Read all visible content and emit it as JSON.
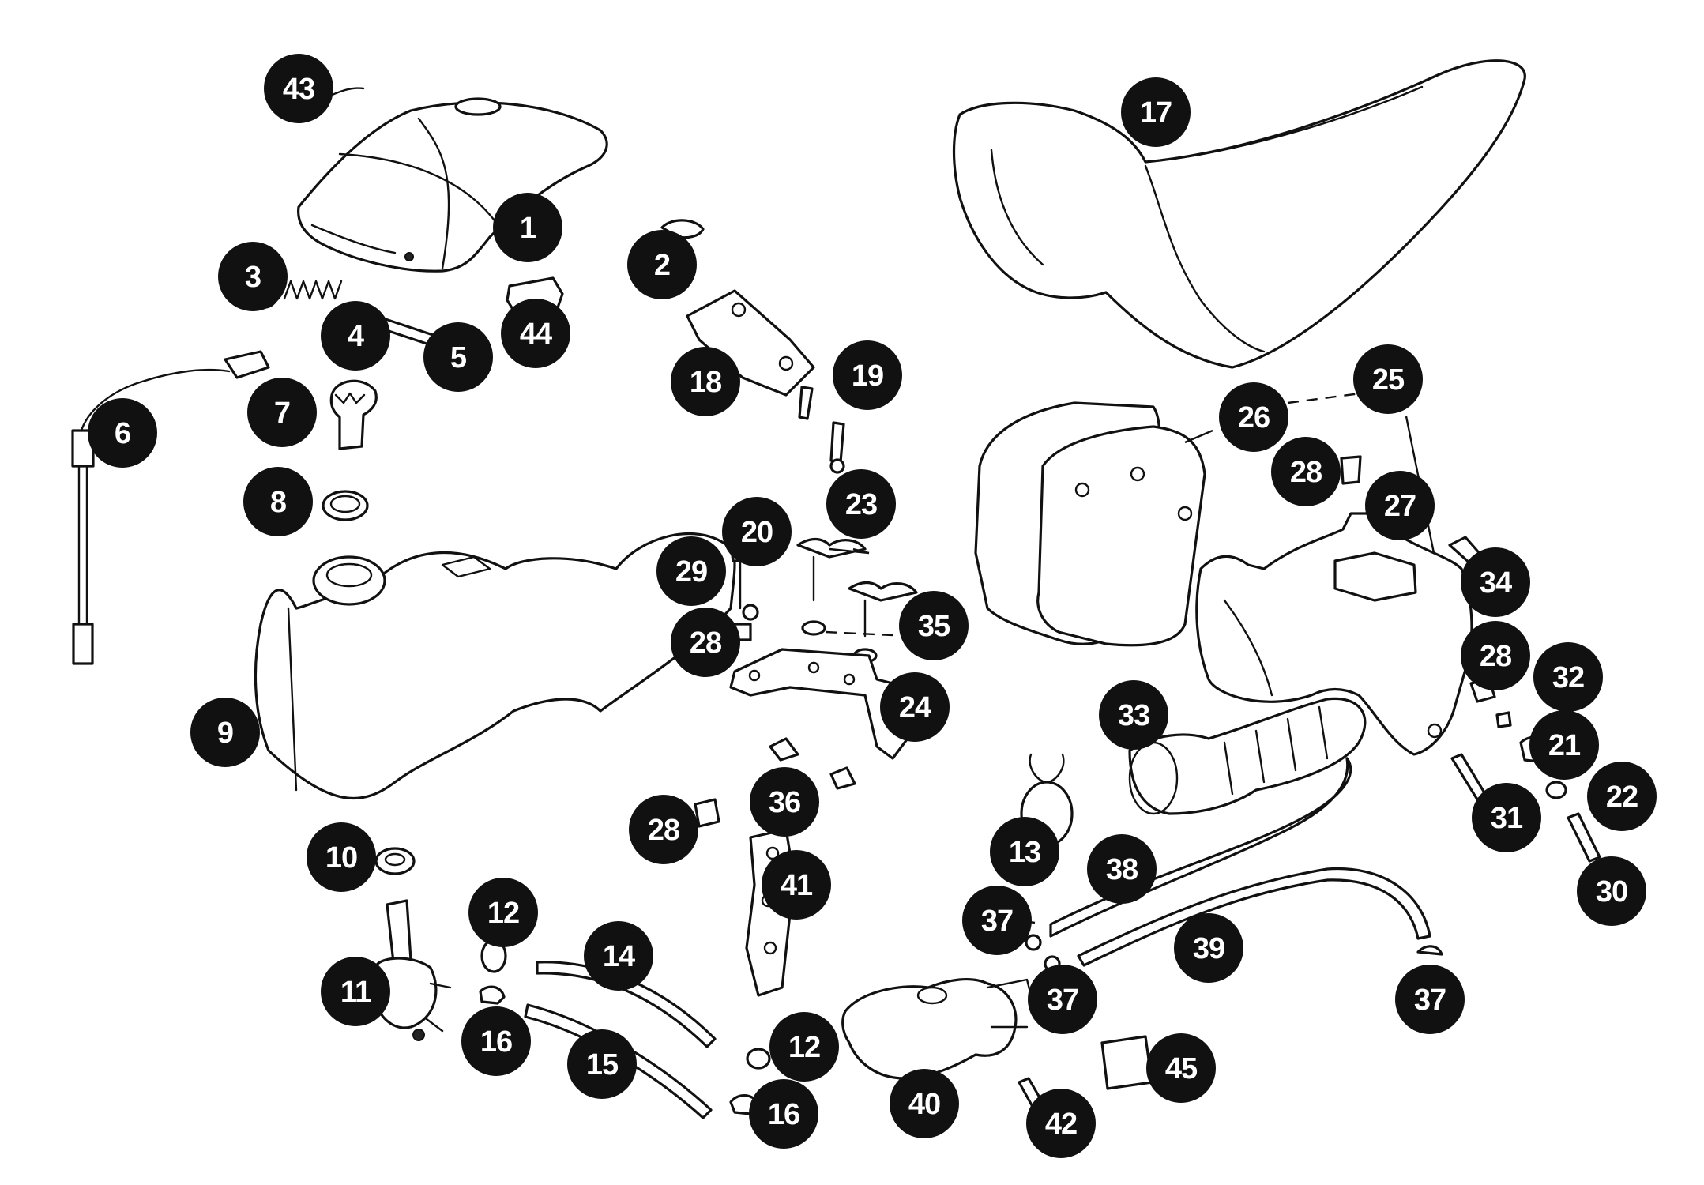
{
  "callouts": [
    {
      "id": "c43",
      "label": "43"
    },
    {
      "id": "c1",
      "label": "1"
    },
    {
      "id": "c3",
      "label": "3"
    },
    {
      "id": "c4",
      "label": "4"
    },
    {
      "id": "c5",
      "label": "5"
    },
    {
      "id": "c44",
      "label": "44"
    },
    {
      "id": "c2",
      "label": "2"
    },
    {
      "id": "c18",
      "label": "18"
    },
    {
      "id": "c19",
      "label": "19"
    },
    {
      "id": "c17",
      "label": "17"
    },
    {
      "id": "c6",
      "label": "6"
    },
    {
      "id": "c7",
      "label": "7"
    },
    {
      "id": "c8",
      "label": "8"
    },
    {
      "id": "c9",
      "label": "9"
    },
    {
      "id": "c29",
      "label": "29"
    },
    {
      "id": "c20",
      "label": "20"
    },
    {
      "id": "c23",
      "label": "23"
    },
    {
      "id": "c28a",
      "label": "28"
    },
    {
      "id": "c35",
      "label": "35"
    },
    {
      "id": "c24",
      "label": "24"
    },
    {
      "id": "c25",
      "label": "25"
    },
    {
      "id": "c26",
      "label": "26"
    },
    {
      "id": "c28b",
      "label": "28"
    },
    {
      "id": "c27",
      "label": "27"
    },
    {
      "id": "c34",
      "label": "34"
    },
    {
      "id": "c28c",
      "label": "28"
    },
    {
      "id": "c32",
      "label": "32"
    },
    {
      "id": "c21",
      "label": "21"
    },
    {
      "id": "c22",
      "label": "22"
    },
    {
      "id": "c31",
      "label": "31"
    },
    {
      "id": "c30",
      "label": "30"
    },
    {
      "id": "c33",
      "label": "33"
    },
    {
      "id": "c13",
      "label": "13"
    },
    {
      "id": "c38",
      "label": "38"
    },
    {
      "id": "c37a",
      "label": "37"
    },
    {
      "id": "c39",
      "label": "39"
    },
    {
      "id": "c37b",
      "label": "37"
    },
    {
      "id": "c37c",
      "label": "37"
    },
    {
      "id": "c10",
      "label": "10"
    },
    {
      "id": "c12a",
      "label": "12"
    },
    {
      "id": "c11",
      "label": "11"
    },
    {
      "id": "c16a",
      "label": "16"
    },
    {
      "id": "c14",
      "label": "14"
    },
    {
      "id": "c15",
      "label": "15"
    },
    {
      "id": "c12b",
      "label": "12"
    },
    {
      "id": "c16b",
      "label": "16"
    },
    {
      "id": "c28d",
      "label": "28"
    },
    {
      "id": "c36",
      "label": "36"
    },
    {
      "id": "c41",
      "label": "41"
    },
    {
      "id": "c40",
      "label": "40"
    },
    {
      "id": "c42",
      "label": "42"
    },
    {
      "id": "c45",
      "label": "45"
    }
  ]
}
